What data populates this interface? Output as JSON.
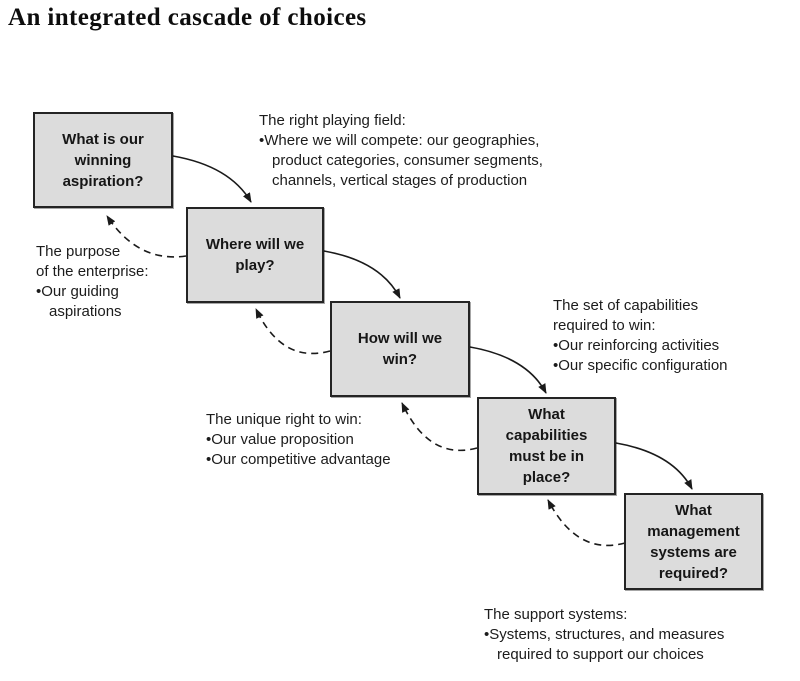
{
  "title": "An integrated cascade of choices",
  "colors": {
    "background": "#ffffff",
    "box_fill": "#dcdcdc",
    "box_border": "#242424",
    "ink": "#1a1a1a"
  },
  "boxes": [
    {
      "label": "What is our\nwinning\naspiration?"
    },
    {
      "label": "Where will we\nplay?"
    },
    {
      "label": "How will we\nwin?"
    },
    {
      "label": "What\ncapabilities\nmust be in\nplace?"
    },
    {
      "label": "What\nmanagement\nsystems are\nrequired?"
    }
  ],
  "annotations": [
    {
      "lead": "The right playing field:",
      "bullets": [
        "Where we will compete: our geographies,\nproduct categories, consumer segments,\nchannels, vertical stages of production"
      ]
    },
    {
      "lead": "The purpose\nof the enterprise:",
      "bullets": [
        "Our guiding\naspirations"
      ]
    },
    {
      "lead": "The set of capabilities\nrequired to win:",
      "bullets": [
        "Our reinforcing activities",
        "Our specific configuration"
      ]
    },
    {
      "lead": "The unique right to win:",
      "bullets": [
        "Our value proposition",
        "Our competitive advantage"
      ]
    },
    {
      "lead": "The support systems:",
      "bullets": [
        "Systems, structures, and measures\nrequired to support our choices"
      ]
    }
  ]
}
